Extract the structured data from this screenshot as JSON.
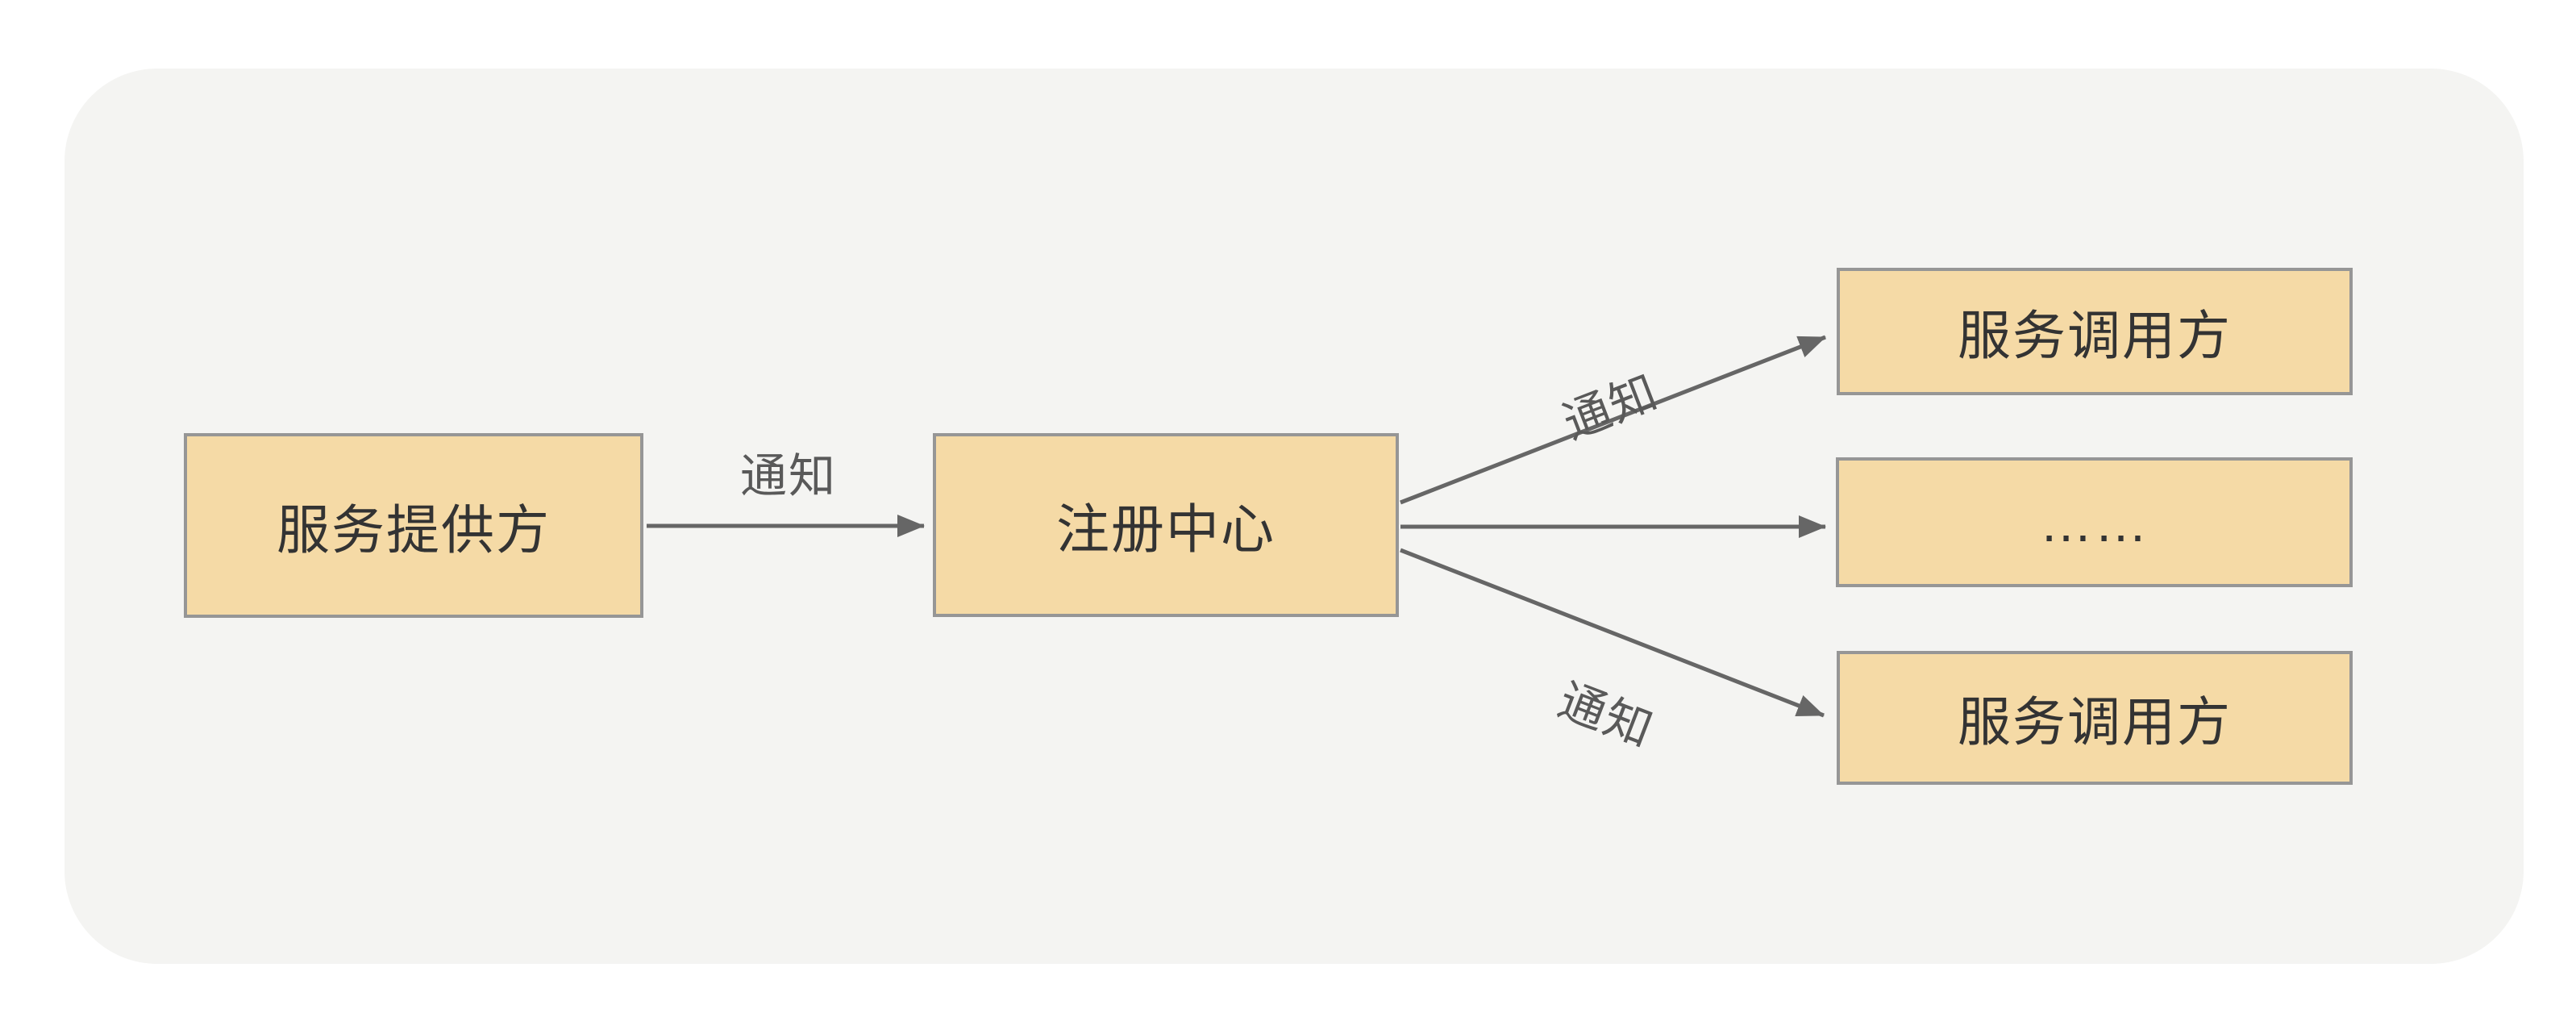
{
  "diagram": {
    "title": "service-registry-notify-diagram",
    "colors": {
      "page_background": "#ffffff",
      "panel_background": "#f4f4f2",
      "node_fill": "#f5daa6",
      "node_border": "#969696",
      "arrow_color": "#666666",
      "node_text": "#333333",
      "edge_label_text": "#595959"
    },
    "nodes": [
      {
        "id": "service-provider",
        "label": "服务提供方"
      },
      {
        "id": "registry-center",
        "label": "注册中心"
      },
      {
        "id": "service-caller-top",
        "label": "服务调用方"
      },
      {
        "id": "ellipsis",
        "label": "……"
      },
      {
        "id": "service-caller-bottom",
        "label": "服务调用方"
      }
    ],
    "edges": [
      {
        "from": "service-provider",
        "to": "registry-center",
        "label": "通知"
      },
      {
        "from": "registry-center",
        "to": "service-caller-top",
        "label": "通知"
      },
      {
        "from": "registry-center",
        "to": "ellipsis",
        "label": ""
      },
      {
        "from": "registry-center",
        "to": "service-caller-bottom",
        "label": "通知"
      }
    ]
  }
}
